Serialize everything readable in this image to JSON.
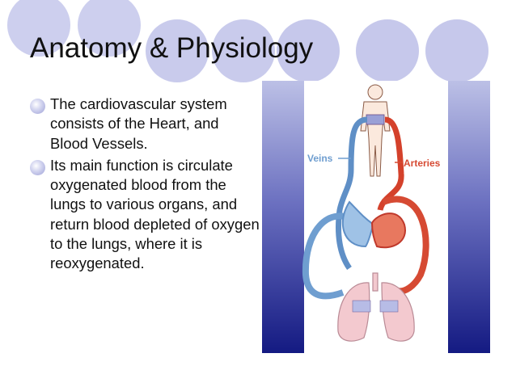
{
  "slide": {
    "title": "Anatomy & Physiology",
    "bullets": [
      "The cardiovascular system consists of the Heart, and Blood Vessels.",
      "Its main function is circulate oxygenated blood from the lungs to various organs, and return blood depleted of oxygen to the lungs, where it is reoxygenated."
    ]
  },
  "diagram": {
    "labels": {
      "veins": "Veins",
      "arteries": "Arteries"
    }
  },
  "icons": {
    "bullet": "circle-bullet-icon"
  },
  "colors": {
    "decor_circle": "#c9caea",
    "bullet": "#9c9fd6",
    "panel_dark": "#1b1f86",
    "veins": "#5f8fc6",
    "arteries": "#d4412b",
    "lungs": "#f3c9cf"
  }
}
